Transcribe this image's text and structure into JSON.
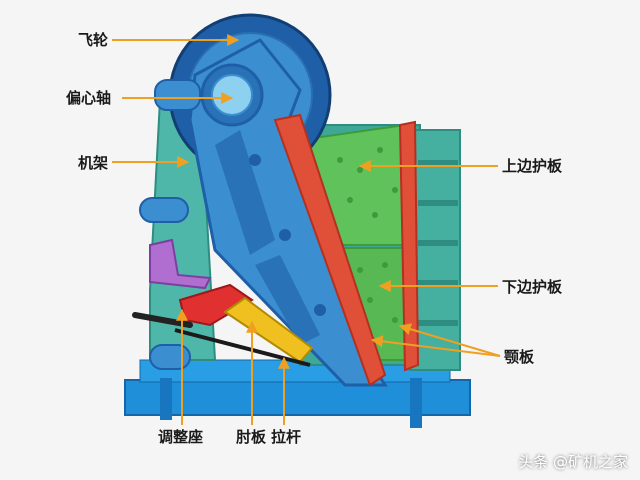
{
  "labels": {
    "flywheel": "飞轮",
    "eccentric_shaft": "偏心轴",
    "frame": "机架",
    "upper_guard": "上边护板",
    "lower_guard": "下边护板",
    "jaw_plate": "颚板",
    "adjust_seat": "调整座",
    "toggle_plate": "肘板",
    "tie_rod": "拉杆"
  },
  "watermark": "头条 @矿机之家",
  "colors": {
    "arrow": "#f0a020",
    "frame": "#4fb7a9",
    "moving_jaw": "#3b8fd0",
    "jaw_plate": "#e05038",
    "fixed_plate": "#5fc25a",
    "flywheel": "#1e5fa8",
    "base": "#1e8fd8",
    "toggle": "#e03030",
    "rod": "#f0c020"
  }
}
